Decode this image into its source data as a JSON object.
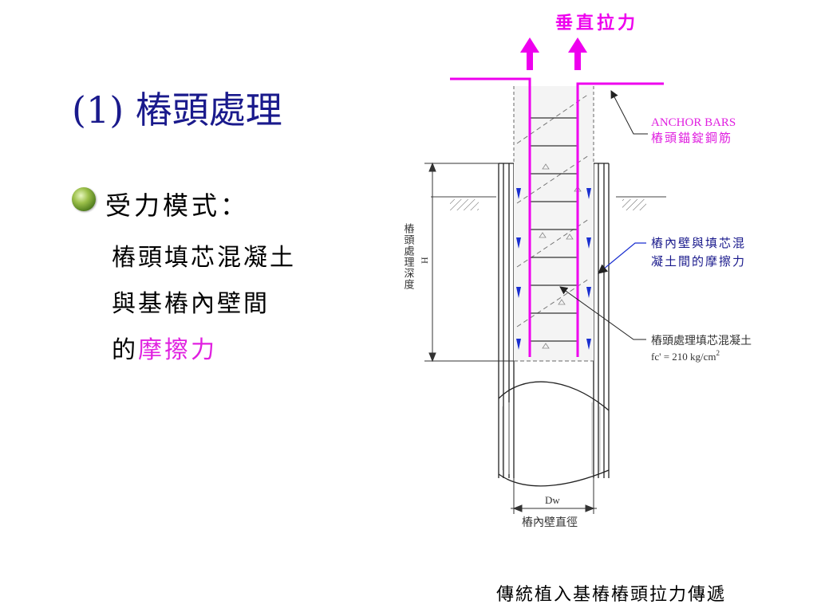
{
  "slide": {
    "title": "(1) 樁頭處理",
    "bullet_heading": "受力模式：",
    "body_lines": [
      "樁頭填芯混凝土",
      "與基樁內壁間"
    ],
    "line3_prefix": "的",
    "line3_highlight": "摩擦力",
    "caption": "傳統植入基樁樁頭拉力傳遞"
  },
  "diagram": {
    "top_label": "垂直拉力",
    "anchor_label_en": "ANCHOR BARS",
    "anchor_label_zh": "樁頭錨錠鋼筋",
    "friction_label_1": "樁內壁與填芯混",
    "friction_label_2": "凝土間的摩擦力",
    "concrete_label": "樁頭處理填芯混凝土",
    "concrete_strength": "fc' = 210 kg/cm",
    "concrete_strength_sup": "2",
    "depth_label": "樁頭處理深度",
    "depth_symbol": "H",
    "diameter_symbol": "Dw",
    "diameter_label": "樁內壁直徑",
    "colors": {
      "tension": "#ee00ee",
      "friction_arrow": "#1a2fd0",
      "label_blue": "#1a1a8c",
      "anchor_label": "#e020e0",
      "line": "#222222"
    }
  }
}
